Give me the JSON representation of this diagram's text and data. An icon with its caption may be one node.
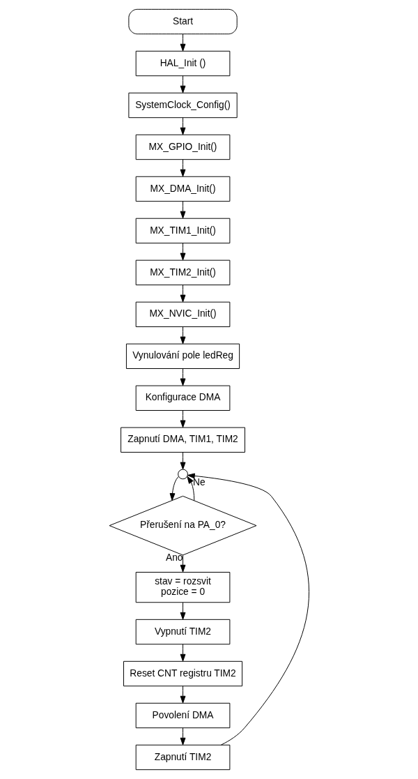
{
  "diagram": {
    "nodes": [
      {
        "text": [
          "Start"
        ]
      },
      {
        "text": [
          "HAL_Init ()"
        ]
      },
      {
        "text": [
          "SystemClock_Config()"
        ]
      },
      {
        "text": [
          "MX_GPIO_Init()"
        ]
      },
      {
        "text": [
          "MX_DMA_Init()"
        ]
      },
      {
        "text": [
          "MX_TIM1_Init()"
        ]
      },
      {
        "text": [
          "MX_TIM2_Init()"
        ]
      },
      {
        "text": [
          "MX_NVIC_Init()"
        ]
      },
      {
        "text": [
          "Vynulování pole ledReg"
        ]
      },
      {
        "text": [
          "Konfigurace DMA"
        ]
      },
      {
        "text": [
          "Zapnutí DMA, TIM1, TIM2"
        ]
      },
      {
        "text": [],
        "shape": "circle"
      },
      {
        "text": [
          "Přerušení na PA_0?"
        ]
      },
      {
        "text": [
          "stav = rozsvit",
          "pozice = 0"
        ]
      },
      {
        "text": [
          "Vypnutí TIM2"
        ]
      },
      {
        "text": [
          "Reset CNT registru TIM2"
        ]
      },
      {
        "text": [
          "Povolení DMA"
        ]
      },
      {
        "text": [
          "Zapnutí TIM2"
        ]
      }
    ],
    "edges": [
      {
        "from": 0,
        "to": 1,
        "arrow": "to"
      },
      {
        "from": 1,
        "to": 2,
        "arrow": "to"
      },
      {
        "from": 2,
        "to": 3,
        "arrow": "to"
      },
      {
        "from": 3,
        "to": 4,
        "arrow": "to"
      },
      {
        "from": 4,
        "to": 5,
        "arrow": "to"
      },
      {
        "from": 5,
        "to": 6,
        "arrow": "to"
      },
      {
        "from": 6,
        "to": 7,
        "arrow": "to"
      },
      {
        "from": 7,
        "to": 8,
        "arrow": "to"
      },
      {
        "from": 8,
        "to": 9,
        "arrow": "to"
      },
      {
        "from": 9,
        "to": 10,
        "arrow": "to"
      },
      {
        "from": 10,
        "to": 11,
        "arrow": "to"
      },
      {
        "from": 11,
        "to": 12,
        "arrow": "to"
      },
      {
        "from": 12,
        "to": 13,
        "label": "Ano",
        "arrow": "to"
      },
      {
        "from": 13,
        "to": 14,
        "arrow": "to"
      },
      {
        "from": 14,
        "to": 15,
        "arrow": "to"
      },
      {
        "from": 15,
        "to": 16,
        "arrow": "to"
      },
      {
        "from": 16,
        "to": 17,
        "arrow": "to"
      },
      {
        "from": 17,
        "to": 11,
        "arrow": "to"
      },
      {
        "from": 12,
        "to": 11,
        "label": "Ne",
        "arrow": "to"
      }
    ]
  }
}
